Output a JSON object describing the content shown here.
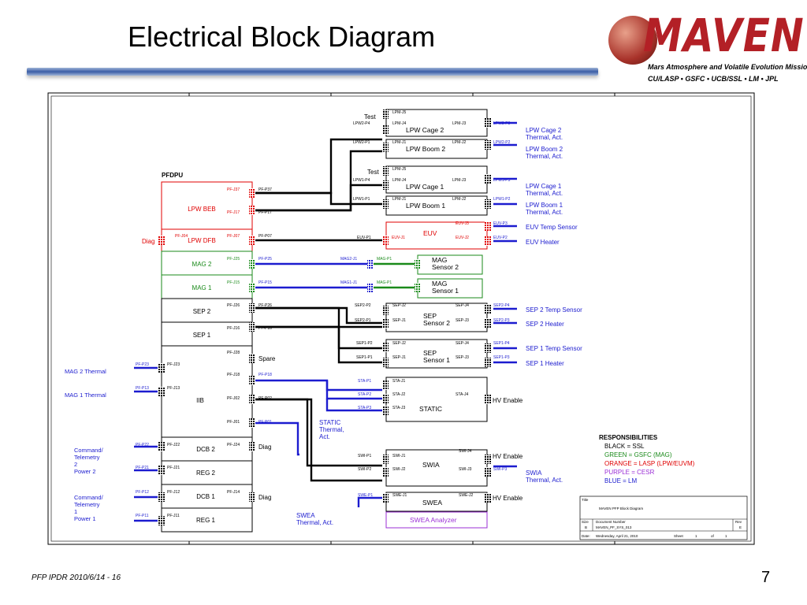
{
  "slide": {
    "title": "Electrical Block Diagram",
    "footer": "PFP IPDR 2010/6/14 - 16",
    "page_number": "7"
  },
  "logo": {
    "word": "MAVEN",
    "subtitle": "Mars Atmosphere and Volatile Evolution Mission",
    "partners": "CU/LASP • GSFC • UCB/SSL • LM • JPL"
  },
  "colors": {
    "black_ssl": "#000000",
    "green_gsfc": "#1a8a1a",
    "orange_lasp": "#e00000",
    "purple_cesr": "#9b2fd6",
    "blue_lm": "#1c1ccf",
    "accent_rule": "#3b5da6"
  },
  "pfdpu": {
    "label": "PFDPU",
    "boards": {
      "lpw_beb": "LPW BEB",
      "lpw_dfb": "LPW DFB",
      "mag2": "MAG 2",
      "mag1": "MAG 1",
      "sep2": "SEP 2",
      "sep1": "SEP 1",
      "iib": "IIB",
      "dcb2": "DCB 2",
      "reg2": "REG 2",
      "dcb1": "DCB 1",
      "reg1": "REG 1"
    },
    "ports": {
      "pf_j37": "PF-J37",
      "pf_p37": "PF-P37",
      "pf_j17": "PF-J17",
      "pf_p17": "PF-P17",
      "pf_j04": "PF-J04",
      "pf_j07": "PF-J07",
      "pf_p07": "PF-P07",
      "pf_j25": "PF-J25",
      "pf_p25": "PF-P25",
      "pf_j15": "PF-J15",
      "pf_p15": "PF-P15",
      "pf_j26": "PF-J26",
      "pf_p26": "PF-P26",
      "pf_j16": "PF-J16",
      "pf_p16": "PF-P16",
      "pf_j28": "PF-J28",
      "pf_j18": "PF-J18",
      "pf_p18": "PF-P18",
      "pf_j02": "PF-J02",
      "pf_p02": "PF-P02",
      "pf_j01": "PF-J01",
      "pf_p01_r": "PF-P01",
      "pf_p23": "PF-P23",
      "pf_j23": "PF-J23",
      "pf_p13": "PF-P13",
      "pf_j13": "PF-J13",
      "pf_p22": "PF-P22",
      "pf_j22": "PF-J22",
      "pf_j24": "PF-J24",
      "pf_p21": "PF-P21",
      "pf_j21": "PF-J21",
      "pf_p12": "PF-P12",
      "pf_j12": "PF-J12",
      "pf_j14": "PF-J14",
      "pf_p11": "PF-P11",
      "pf_j11": "PF-J11"
    },
    "side_labels": {
      "diag_left": "Diag",
      "spare": "Spare",
      "diag_dcb2": "Diag",
      "diag_dcb1": "Diag"
    }
  },
  "left_external": {
    "mag2_thermal": "MAG 2 Thermal",
    "mag1_thermal": "MAG 1 Thermal",
    "cmd_tlm_2": [
      "Command/",
      "Telemetry",
      "2"
    ],
    "power_2": "Power 2",
    "cmd_tlm_1": [
      "Command/",
      "Telemetry",
      "1"
    ],
    "power_1": "Power 1"
  },
  "instruments": {
    "lpw_cage2": "LPW Cage 2",
    "lpw_boom2": "LPW Boom 2",
    "lpw_cage1": "LPW Cage 1",
    "lpw_boom1": "LPW Boom 1",
    "euv": "EUV",
    "mag_sensor2": [
      "MAG",
      "Sensor 2"
    ],
    "mag_sensor1": [
      "MAG",
      "Sensor 1"
    ],
    "sep_sensor2": [
      "SEP",
      "Sensor 2"
    ],
    "sep_sensor1": [
      "SEP",
      "Sensor 1"
    ],
    "static": "STATIC",
    "swia": "SWIA",
    "swea": "SWEA",
    "swea_analyzer": "SWEA Analyzer",
    "test1": "Test",
    "test2": "Test"
  },
  "instrument_ports": {
    "lpm_j5a": "LPM-J5",
    "lpw2_p4": "LPW2-P4",
    "lpm_j4a": "LPM-J4",
    "lpm_j3a": "LPM-J3",
    "lpw2_p3": "LPW2-P3",
    "lpw2_p1": "LPW2-P1",
    "lpm_j1a": "LPM-J1",
    "lpm_j2a": "LPM-J2",
    "lpw2_p2": "LPW2-P2",
    "lpm_j5b": "LPM-J5",
    "lpw1_p4": "LPW1-P4",
    "lpm_j4b": "LPM-J4",
    "lpm_j3b": "LPM-J3",
    "lpw1_p3": "LPW1-P3",
    "lpw1_p1": "LPW1-P1",
    "lpm_j1b": "LPM-J1",
    "lpm_j2b": "LPM-J2",
    "lpw1_p2": "LPW1-P2",
    "euv_p1": "EUV-P1",
    "euv_j1": "EUV-J1",
    "euv_j3": "EUV-J3",
    "euv_p3": "EUV-P3",
    "euv_j2": "EUV-J2",
    "euv_p2": "EUV-P2",
    "mag2_j1": "MAG2-J1",
    "mag_p1a": "MAG-P1",
    "mag1_j1": "MAG1-J1",
    "mag_p1b": "MAG-P1",
    "sep2_p2": "SEP2-P2",
    "sep_j2a": "SEP-J2",
    "sep_j4a": "SEP-J4",
    "sep2_p4": "SEP2-P4",
    "sep2_p1": "SEP2-P1",
    "sep_j1a": "SEP-J1",
    "sep_j3a": "SEP-J3",
    "sep2_p3": "SEP2-P3",
    "sep1_p2": "SEP1-P2",
    "sep_j2b": "SEP-J2",
    "sep_j4b": "SEP-J4",
    "sep1_p4": "SEP1-P4",
    "sep1_p1": "SEP1-P1",
    "sep_j1b": "SEP-J1",
    "sep_j3b": "SEP-J3",
    "sep1_p3": "SEP1-P3",
    "sta_p1": "STA-P1",
    "sta_j1": "STA-J1",
    "sta_p2": "STA-P2",
    "sta_j2": "STA-J2",
    "sta_j4": "STA-J4",
    "sta_p3": "STA-P3",
    "sta_j3": "STA-J3",
    "swi_p1": "SWI-P1",
    "swi_j1": "SWI-J1",
    "swi_j4": "SWI-J4",
    "swi_p2": "SWI-P2",
    "swi_j2": "SWI-J2",
    "swi_j3": "SWI-J3",
    "swi_p3": "SWI-P3",
    "swe_p1": "SWE-P1",
    "swe_j1": "SWE-J1",
    "swe_j2": "SWE-J2"
  },
  "right_external": {
    "lpw_cage2_thermal": [
      "LPW Cage 2",
      "Thermal, Act."
    ],
    "lpw_boom2_thermal": [
      "LPW Boom 2",
      "Thermal, Act."
    ],
    "lpw_cage1_thermal": [
      "LPW Cage 1",
      "Thermal, Act."
    ],
    "lpw_boom1_thermal": [
      "LPW Boom 1",
      "Thermal, Act."
    ],
    "euv_temp_sensor": "EUV Temp Sensor",
    "euv_heater": "EUV Heater",
    "sep2_temp_sensor": "SEP 2 Temp Sensor",
    "sep2_heater": "SEP 2 Heater",
    "sep1_temp_sensor": "SEP 1 Temp Sensor",
    "sep1_heater": "SEP 1 Heater",
    "hv_enable_static": "HV Enable",
    "static_thermal": [
      "STATIC",
      "Thermal,",
      "Act."
    ],
    "hv_enable_swia": "HV Enable",
    "swia_thermal": [
      "SWIA",
      "Thermal, Act."
    ],
    "hv_enable_swea": "HV Enable",
    "swea_thermal": [
      "SWEA",
      "Thermal, Act."
    ]
  },
  "legend": {
    "title": "RESPONSIBILITIES",
    "items": [
      {
        "text": "BLACK = SSL",
        "color": "#000000"
      },
      {
        "text": "GREEN = GSFC (MAG)",
        "color": "#1a8a1a"
      },
      {
        "text": "ORANGE = LASP (LPW/EUVM)",
        "color": "#e00000"
      },
      {
        "text": "PURPLE = CESR",
        "color": "#9b2fd6"
      },
      {
        "text": "BLUE = LM",
        "color": "#1c1ccf"
      }
    ]
  },
  "title_block": {
    "title_label": "Title",
    "title_value": "MAVEN PFP Block Diagram",
    "size_label": "Size",
    "size_value": "B",
    "docnum_label": "Document Number",
    "docnum_value": "MAVEN_PF_SYS_013",
    "rev_label": "Rev",
    "rev_value": "E",
    "date_label": "Date:",
    "date_value": "Wednesday, April 21, 2010",
    "sheet_label": "Sheet",
    "sheet_value": "1",
    "of_label": "of",
    "of_value": "1"
  }
}
